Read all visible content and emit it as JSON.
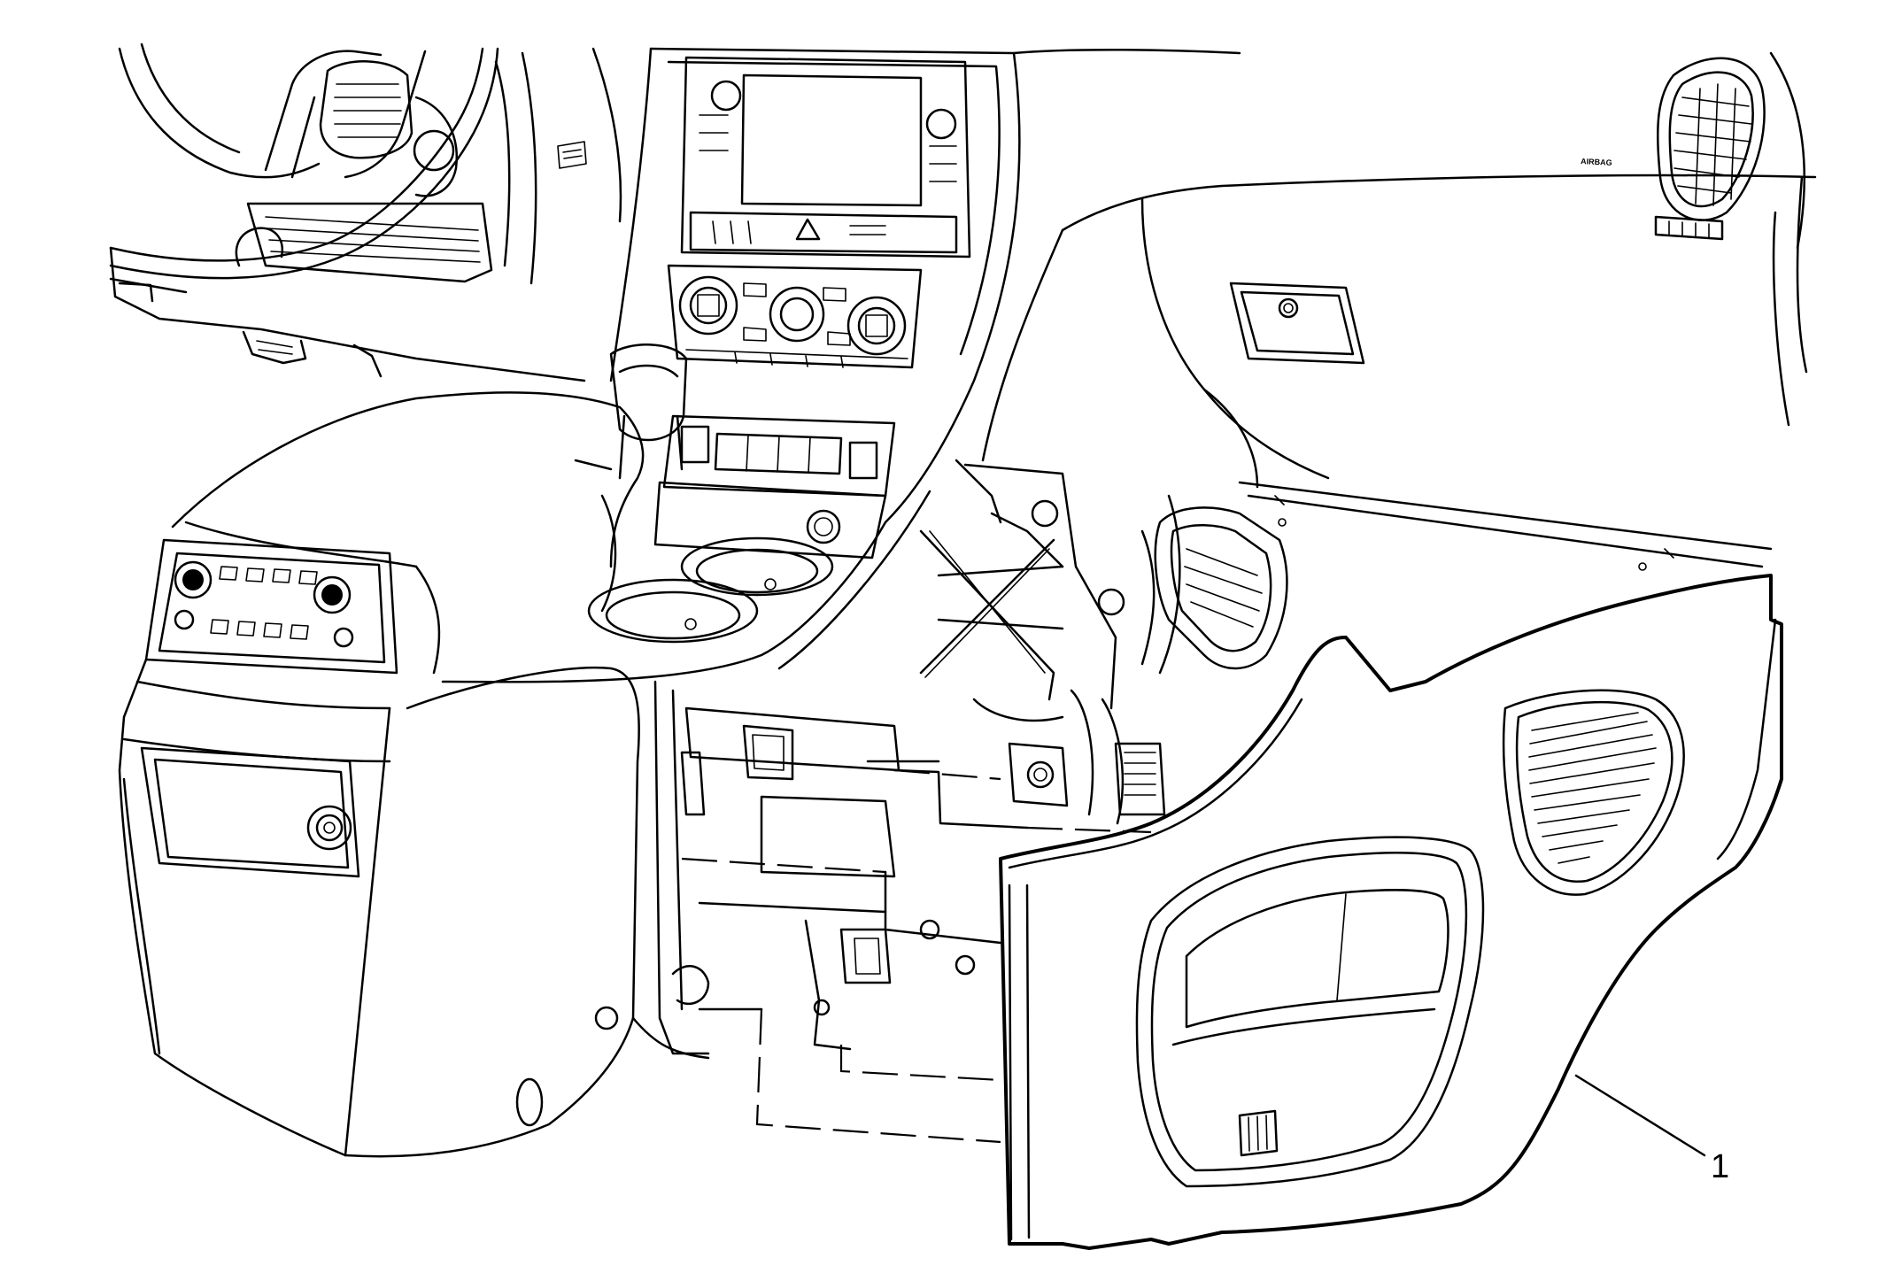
{
  "figure": {
    "description_free": true,
    "background": "#ffffff",
    "line_color": "#000000"
  },
  "callouts": [
    {
      "id": "1",
      "label": "1"
    }
  ],
  "labels": {
    "airbag_marking": "AIRBAG"
  }
}
